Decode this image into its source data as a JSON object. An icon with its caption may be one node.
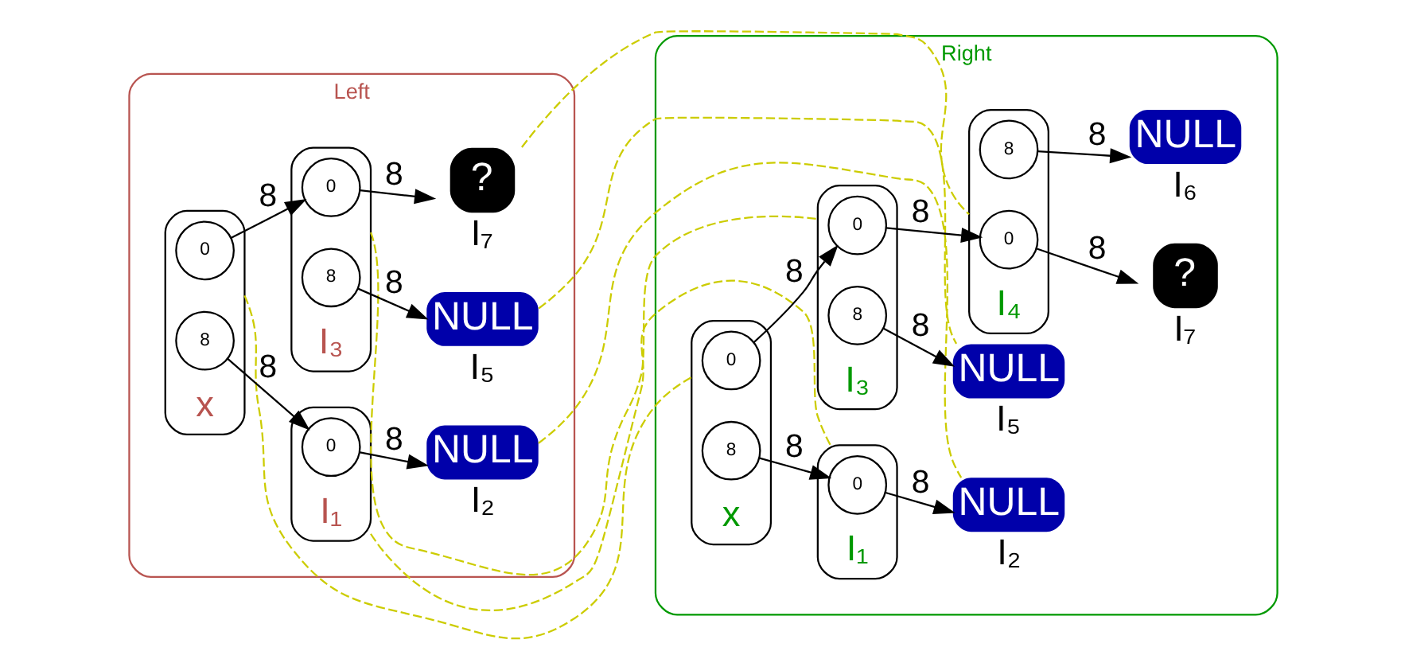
{
  "diagram": {
    "nodes": [
      {
        "text": [
          "Left"
        ]
      },
      {
        "text": [
          "x"
        ],
        "in": 0
      },
      {
        "text": [
          "0"
        ],
        "in": 1
      },
      {
        "text": [
          "8"
        ],
        "in": 1
      },
      {
        "text": [
          "I₃"
        ],
        "in": 0
      },
      {
        "text": [
          "0"
        ],
        "in": 4
      },
      {
        "text": [
          "8"
        ],
        "in": 4
      },
      {
        "text": [
          "?"
        ],
        "in": 0,
        "beside": [
          "I₇"
        ]
      },
      {
        "text": [
          "NULL"
        ],
        "in": 0,
        "beside": [
          "I₅"
        ]
      },
      {
        "text": [
          "I₁"
        ],
        "in": 0
      },
      {
        "text": [
          "0"
        ],
        "in": 9
      },
      {
        "text": [
          "NULL"
        ],
        "in": 0,
        "beside": [
          "I₂"
        ]
      },
      {
        "text": [
          "Right"
        ]
      },
      {
        "text": [
          "x"
        ],
        "in": 12
      },
      {
        "text": [
          "0"
        ],
        "in": 13
      },
      {
        "text": [
          "8"
        ],
        "in": 13
      },
      {
        "text": [
          "I₃"
        ],
        "in": 12
      },
      {
        "text": [
          "0"
        ],
        "in": 16
      },
      {
        "text": [
          "8"
        ],
        "in": 16
      },
      {
        "text": [
          "I₄"
        ],
        "in": 12
      },
      {
        "text": [
          "0"
        ],
        "in": 19
      },
      {
        "text": [
          "8"
        ],
        "in": 19
      },
      {
        "text": [
          "?"
        ],
        "in": 12,
        "beside": [
          "I₇"
        ]
      },
      {
        "text": [
          "NULL"
        ],
        "in": 12,
        "beside": [
          "I₆"
        ]
      },
      {
        "text": [
          "NULL"
        ],
        "in": 12,
        "beside": [
          "I₅"
        ]
      },
      {
        "text": [
          "I₁"
        ],
        "in": 12
      },
      {
        "text": [
          "0"
        ],
        "in": 25
      },
      {
        "text": [
          "NULL"
        ],
        "in": 12,
        "beside": [
          "I₂"
        ]
      }
    ],
    "edges": [
      {
        "from": 2,
        "to": 5,
        "arrow": "to",
        "label": "8"
      },
      {
        "from": 3,
        "to": 10,
        "arrow": "to",
        "label": "8"
      },
      {
        "from": 5,
        "to": 7,
        "arrow": "to",
        "label": "8"
      },
      {
        "from": 6,
        "to": 8,
        "arrow": "to",
        "label": "8"
      },
      {
        "from": 10,
        "to": 11,
        "arrow": "to",
        "label": "8"
      },
      {
        "from": 14,
        "to": 17,
        "arrow": "to",
        "label": "8"
      },
      {
        "from": 15,
        "to": 26,
        "arrow": "to",
        "label": "8"
      },
      {
        "from": 17,
        "to": 20,
        "arrow": "to",
        "label": "8"
      },
      {
        "from": 18,
        "to": 24,
        "arrow": "to",
        "label": "8"
      },
      {
        "from": 20,
        "to": 22,
        "arrow": "to",
        "label": "8"
      },
      {
        "from": 21,
        "to": 23,
        "arrow": "to",
        "label": "8"
      },
      {
        "from": 26,
        "to": 27,
        "arrow": "to",
        "label": "8"
      },
      {
        "from": 7,
        "to": 19,
        "arrow": "none",
        "style": "dashed",
        "color": "#cccc00"
      },
      {
        "from": 4,
        "to": 16,
        "arrow": "none",
        "style": "dashed",
        "color": "#cccc00"
      },
      {
        "from": 8,
        "to": 24,
        "arrow": "none",
        "style": "dashed",
        "color": "#cccc00"
      },
      {
        "from": 1,
        "to": 13,
        "arrow": "none",
        "style": "dashed",
        "color": "#cccc00"
      },
      {
        "from": 9,
        "to": 25,
        "arrow": "none",
        "style": "dashed",
        "color": "#cccc00"
      },
      {
        "from": 11,
        "to": 27,
        "arrow": "none",
        "style": "dashed",
        "color": "#cccc00"
      }
    ]
  }
}
